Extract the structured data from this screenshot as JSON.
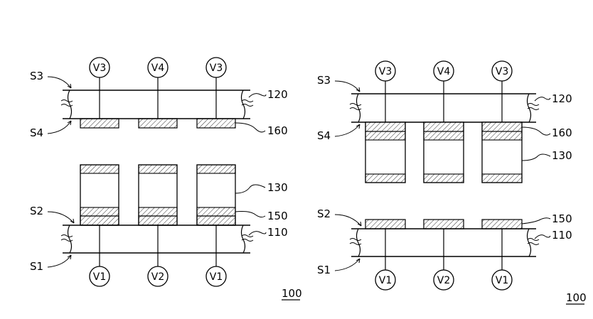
{
  "figures": [
    {
      "surface_labels": {
        "s1": "S1",
        "s2": "S2",
        "s3": "S3",
        "s4": "S4"
      },
      "top_voltages": [
        "V3",
        "V4",
        "V3"
      ],
      "bottom_voltages": [
        "V1",
        "V2",
        "V1"
      ],
      "ref_top_substrate": "120",
      "ref_pads_top": "160",
      "ref_spacers": "130",
      "ref_pads_bottom": "150",
      "ref_bottom_substrate": "110",
      "device_number": "100"
    },
    {
      "surface_labels": {
        "s1": "S1",
        "s2": "S2",
        "s3": "S3",
        "s4": "S4"
      },
      "top_voltages": [
        "V3",
        "V4",
        "V3"
      ],
      "bottom_voltages": [
        "V1",
        "V2",
        "V1"
      ],
      "ref_top_substrate": "120",
      "ref_pads_top": "160",
      "ref_spacers": "130",
      "ref_pads_bottom": "150",
      "ref_bottom_substrate": "110",
      "device_number": "100"
    }
  ],
  "colors": {
    "line": "#000000",
    "background": "#ffffff"
  }
}
